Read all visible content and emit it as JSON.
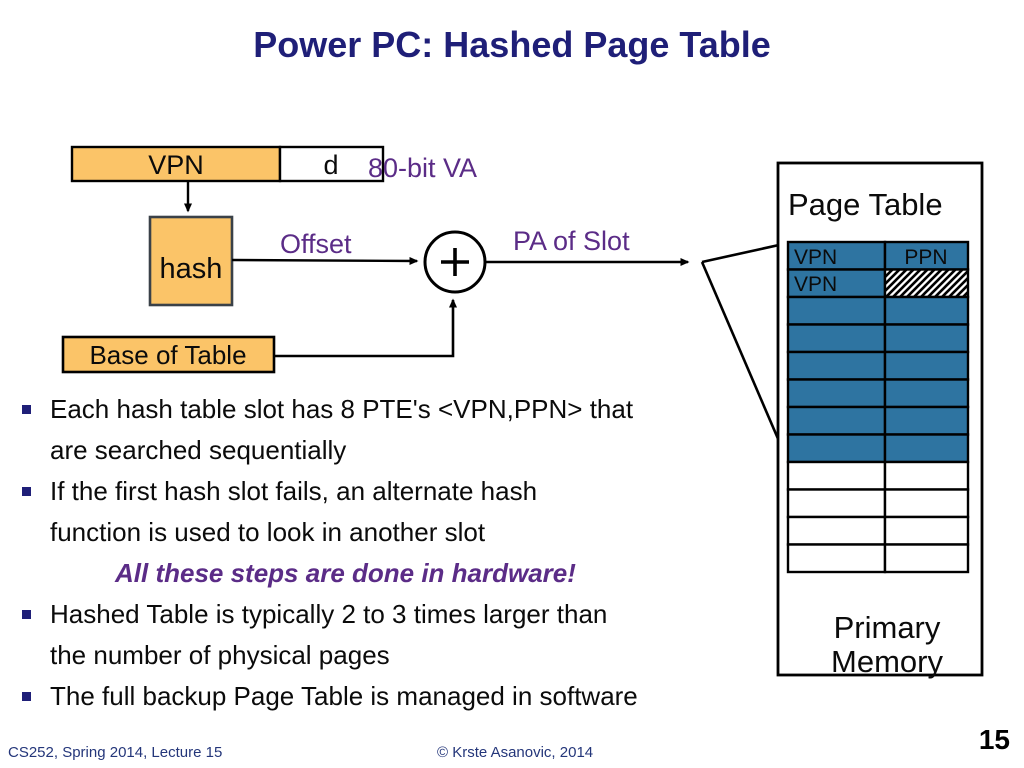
{
  "slide": {
    "title": "Power PC: Hashed Page Table",
    "page_number": "15"
  },
  "diagram": {
    "vpn_field": "VPN",
    "d_field": "d",
    "va_label": "80-bit VA",
    "hash_label": "hash",
    "offset_label": "Offset",
    "base_of_table_label": "Base of Table",
    "adder_symbol": "+",
    "pa_of_slot_label": "PA of Slot",
    "page_table": {
      "title": "Page Table",
      "col1_header": "VPN",
      "col2_header": "PPN",
      "row2_col1": "VPN",
      "teal_rows": 8,
      "white_rows": 4
    },
    "primary_memory_line1": "Primary",
    "primary_memory_line2": "Memory",
    "colors": {
      "teal": "#2E74A1",
      "orange": "#FBC468",
      "purple": "#5B2C87",
      "navy": "#1F1F78",
      "footer_navy": "#24367A"
    }
  },
  "bullets": [
    {
      "lines": [
        "Each hash table slot has 8 PTE's <VPN,PPN> that",
        "are searched sequentially"
      ]
    },
    {
      "lines": [
        "If the first hash slot fails, an alternate hash",
        "function is used to look in another slot"
      ]
    },
    {
      "lines": [
        "Hashed Table is typically 2 to 3 times larger than",
        "the number of physical pages"
      ]
    },
    {
      "lines": [
        "The full backup Page Table is managed in software"
      ]
    }
  ],
  "hardware_note": "All these steps are done in hardware!",
  "footer": {
    "left": "CS252, Spring 2014, Lecture 15",
    "center": "© Krste Asanovic, 2014"
  }
}
